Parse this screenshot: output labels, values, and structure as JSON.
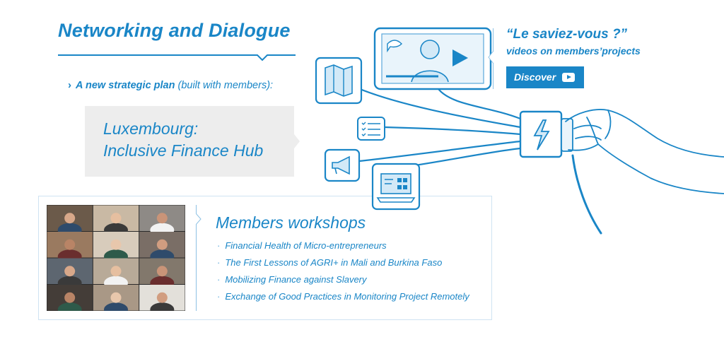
{
  "heading": {
    "title": "Networking and Dialogue"
  },
  "strategic_plan": {
    "chevron": "›",
    "bold_text": "A new strategic plan",
    "rest_text": " (built with members):"
  },
  "highlight_box": {
    "line1": "Luxembourg:",
    "line2": "Inclusive Finance Hub"
  },
  "video_promo": {
    "title": "“Le saviez-vous ?”",
    "subtitle": "videos on members’projects",
    "button_label": "Discover",
    "button_icon": "youtube-play-icon"
  },
  "workshops": {
    "title": "Members workshops",
    "bullet": "·",
    "items": [
      "Financial Health of Micro-entrepreneurs",
      "The First Lessons of AGRI+ in Mali and Burkina Faso",
      "Mobilizing Finance against Slavery",
      "Exchange of Good Practices in Monitoring Project Remotely"
    ]
  },
  "illustration_icons": [
    "video-screen-icon",
    "map-icon",
    "checklist-icon",
    "megaphone-icon",
    "laptop-icon",
    "power-plug-icon",
    "hand-icon"
  ],
  "colors": {
    "brand_blue": "#1a86c7",
    "light_blue": "#8dc1e4",
    "box_grey": "#ededed"
  }
}
